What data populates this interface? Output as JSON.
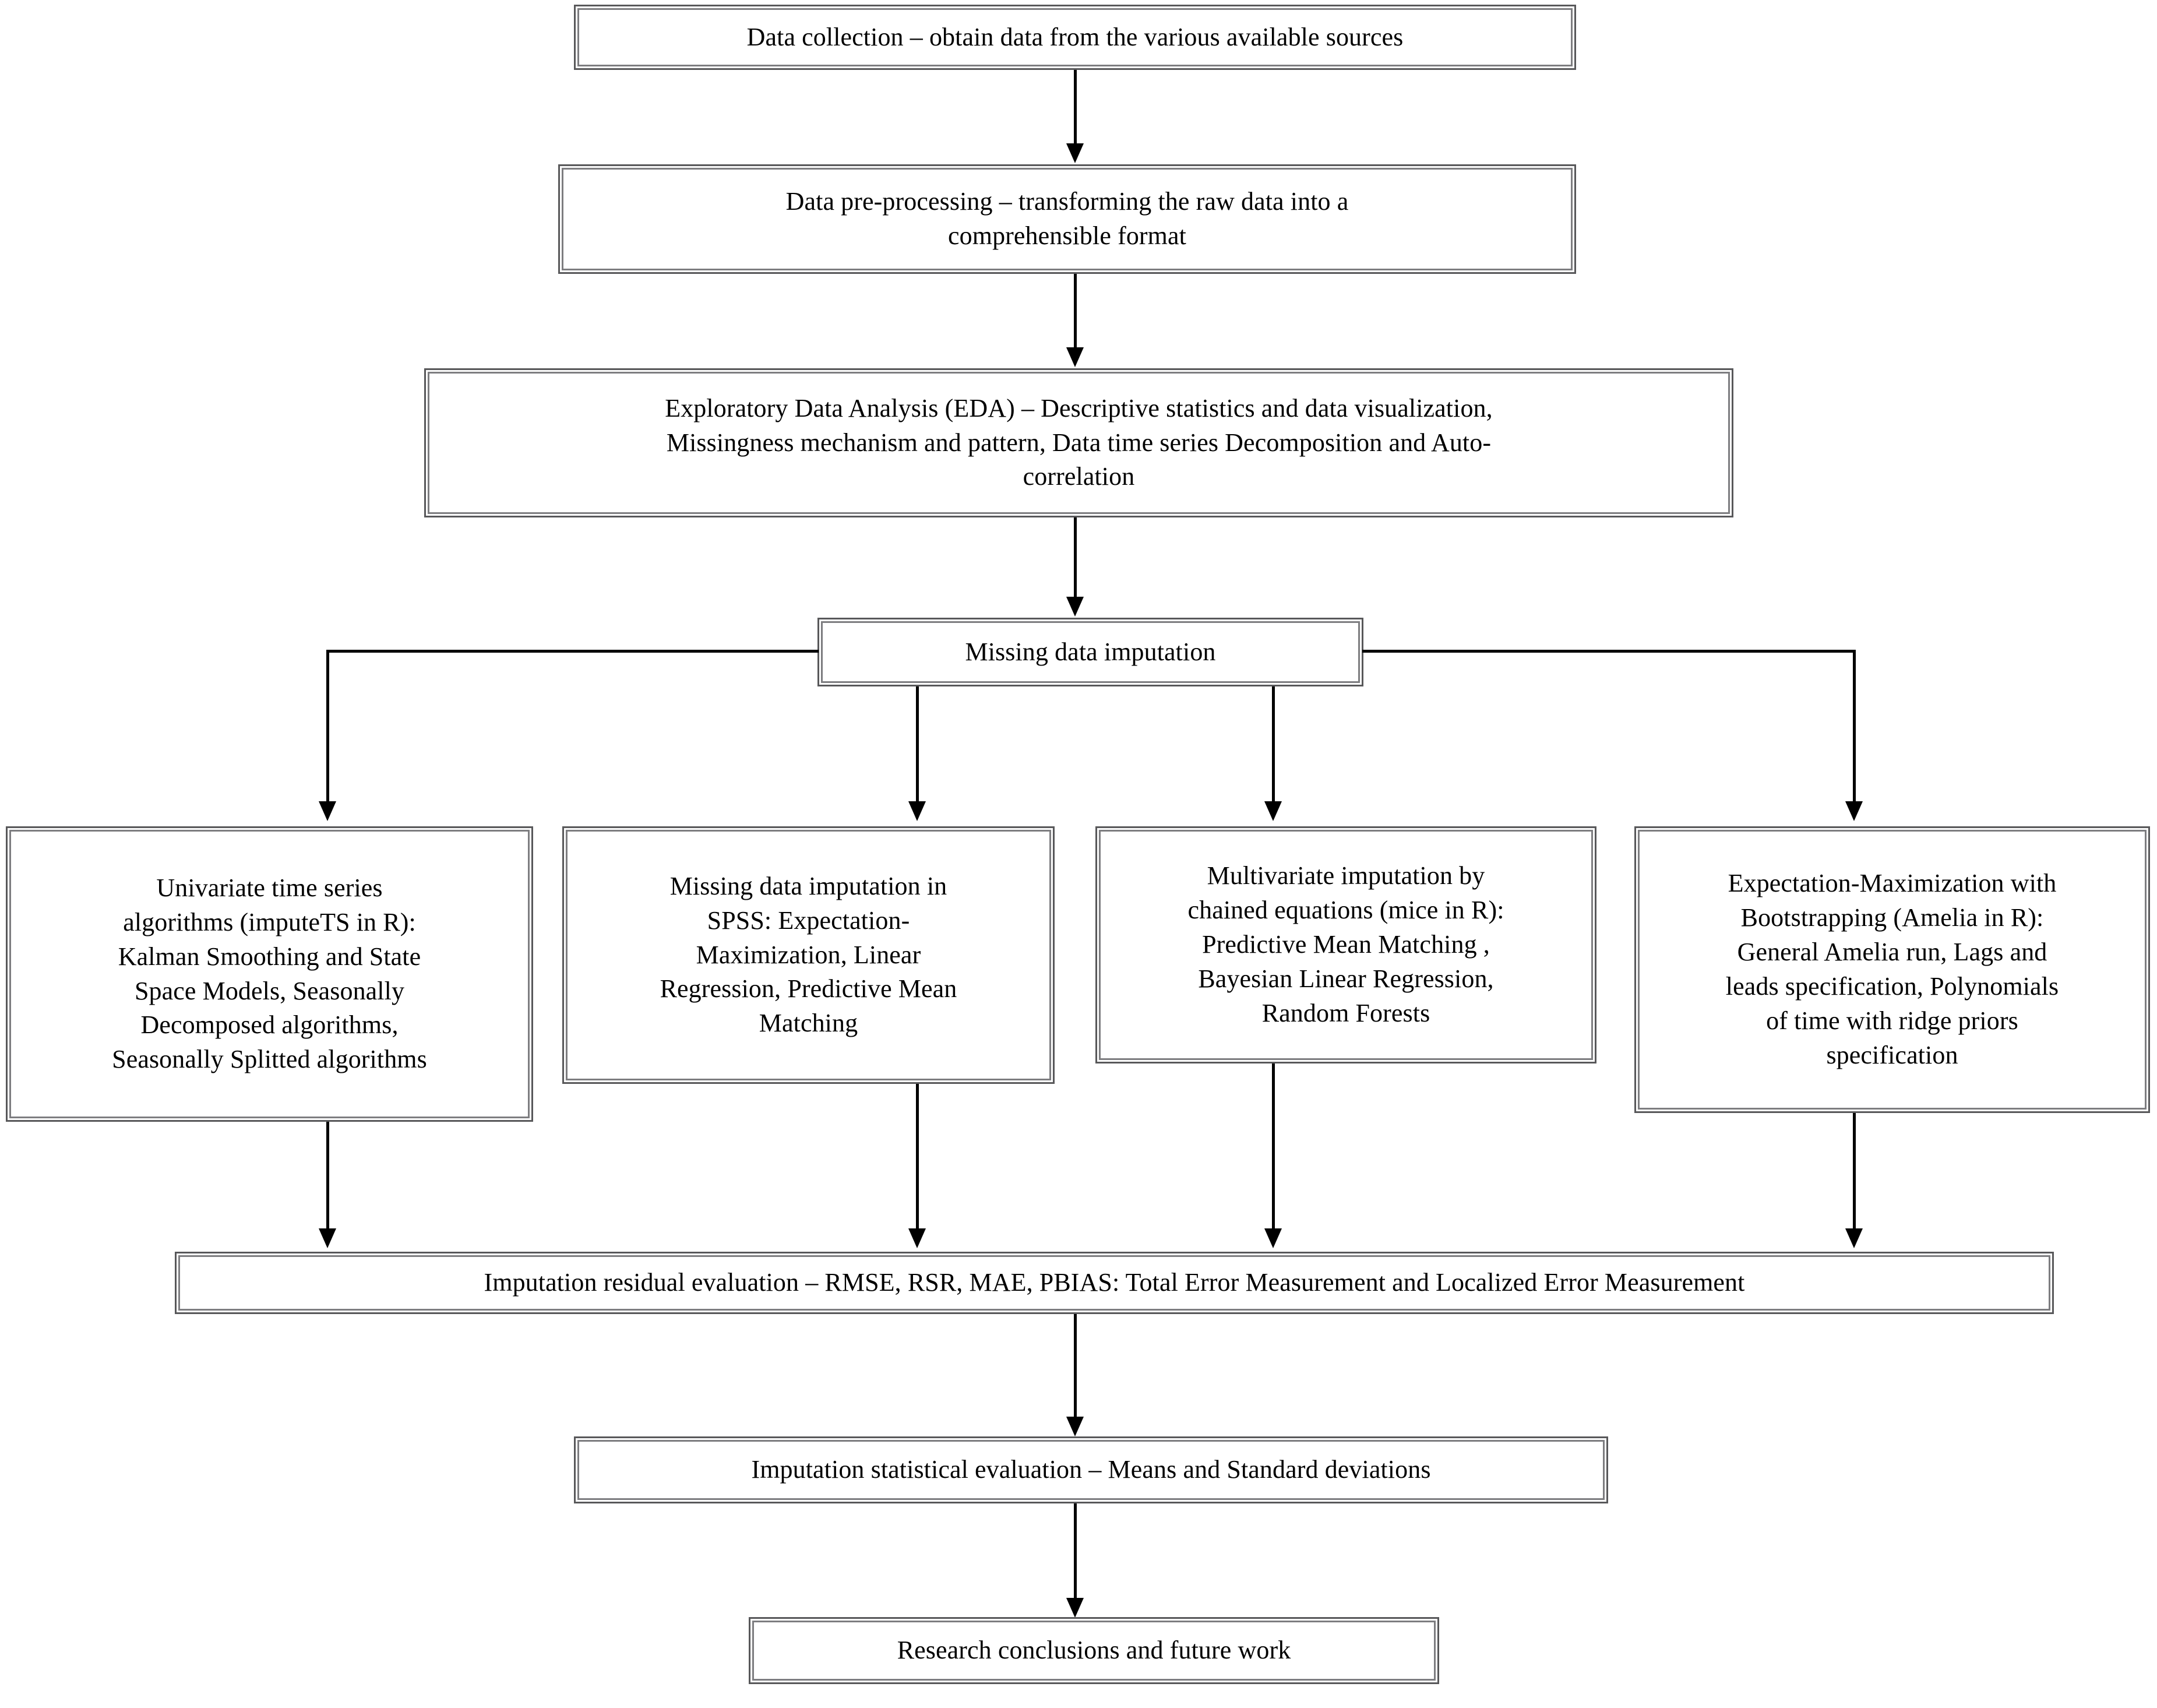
{
  "diagram": {
    "title": "Research methodology flowchart for missing data imputation",
    "accent_color": "#000000",
    "box_border_color": "#58585a",
    "background_color": "#ffffff",
    "nodes": {
      "data_collection": {
        "label": "Data collection – obtain data from the various available sources"
      },
      "pre_processing": {
        "line1": "Data pre-processing – transforming the raw data into a",
        "line2": "comprehensible format"
      },
      "eda": {
        "line1": "Exploratory Data Analysis (EDA) – Descriptive statistics and data visualization,",
        "line2": "Missingness mechanism and pattern, Data time series Decomposition and Auto-",
        "line3": "correlation"
      },
      "missing_data_imputation": {
        "label": "Missing data imputation"
      },
      "branch_univariate": {
        "line1": "Univariate time series",
        "line2": "algorithms (imputeTS in R):",
        "line3": "Kalman Smoothing and State",
        "line4": "Space Models, Seasonally",
        "line5": "Decomposed algorithms,",
        "line6": "Seasonally Splitted algorithms"
      },
      "branch_spss": {
        "line1": "Missing data imputation in",
        "line2": "SPSS: Expectation-",
        "line3": "Maximization, Linear",
        "line4": "Regression, Predictive Mean",
        "line5": "Matching"
      },
      "branch_mice": {
        "line1": "Multivariate imputation by",
        "line2": "chained equations (mice  in R):",
        "line3": "Predictive Mean Matching ,",
        "line4": "Bayesian Linear Regression,",
        "line5": "Random Forests"
      },
      "branch_amelia": {
        "line1": "Expectation-Maximization with",
        "line2": "Bootstrapping (Amelia in R):",
        "line3": "General Amelia run, Lags and",
        "line4": "leads specification, Polynomials",
        "line5": "of time with ridge priors",
        "line6": "specification"
      },
      "residual_evaluation": {
        "label": "Imputation residual evaluation – RMSE, RSR, MAE, PBIAS: Total Error Measurement and Localized Error Measurement"
      },
      "statistical_evaluation": {
        "label": "Imputation statistical evaluation – Means and Standard deviations"
      },
      "conclusions": {
        "label": "Research conclusions and future work"
      }
    }
  }
}
